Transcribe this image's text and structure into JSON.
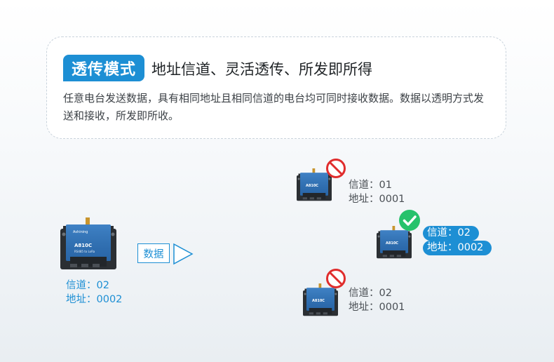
{
  "header": {
    "badge": "透传模式",
    "title": "地址信道、灵活透传、所发即所得",
    "description": "任意电台发送数据，具有相同地址且相同信道的电台均可同时接收数据。数据以透明方式发送和接收，所发即所收。"
  },
  "device_labels": {
    "brand": "Ashining",
    "model": "A810C",
    "sub": "RS485 to LoRa"
  },
  "sender": {
    "channel": "信道：02",
    "address": "地址：0002",
    "action_label": "数据"
  },
  "receivers": [
    {
      "channel": "信道：01",
      "address": "地址：0001",
      "status": "prohibited-icon",
      "highlight": false
    },
    {
      "channel": "信道：02",
      "address": "地址：0002",
      "status": "check-icon",
      "highlight": true
    },
    {
      "channel": "信道：02",
      "address": "地址：0001",
      "status": "prohibited-icon",
      "highlight": false
    }
  ],
  "colors": {
    "accent": "#1d8fd4",
    "ok": "#27c26c",
    "deny": "#e02d2d",
    "device_body": "#2f6fb3"
  }
}
